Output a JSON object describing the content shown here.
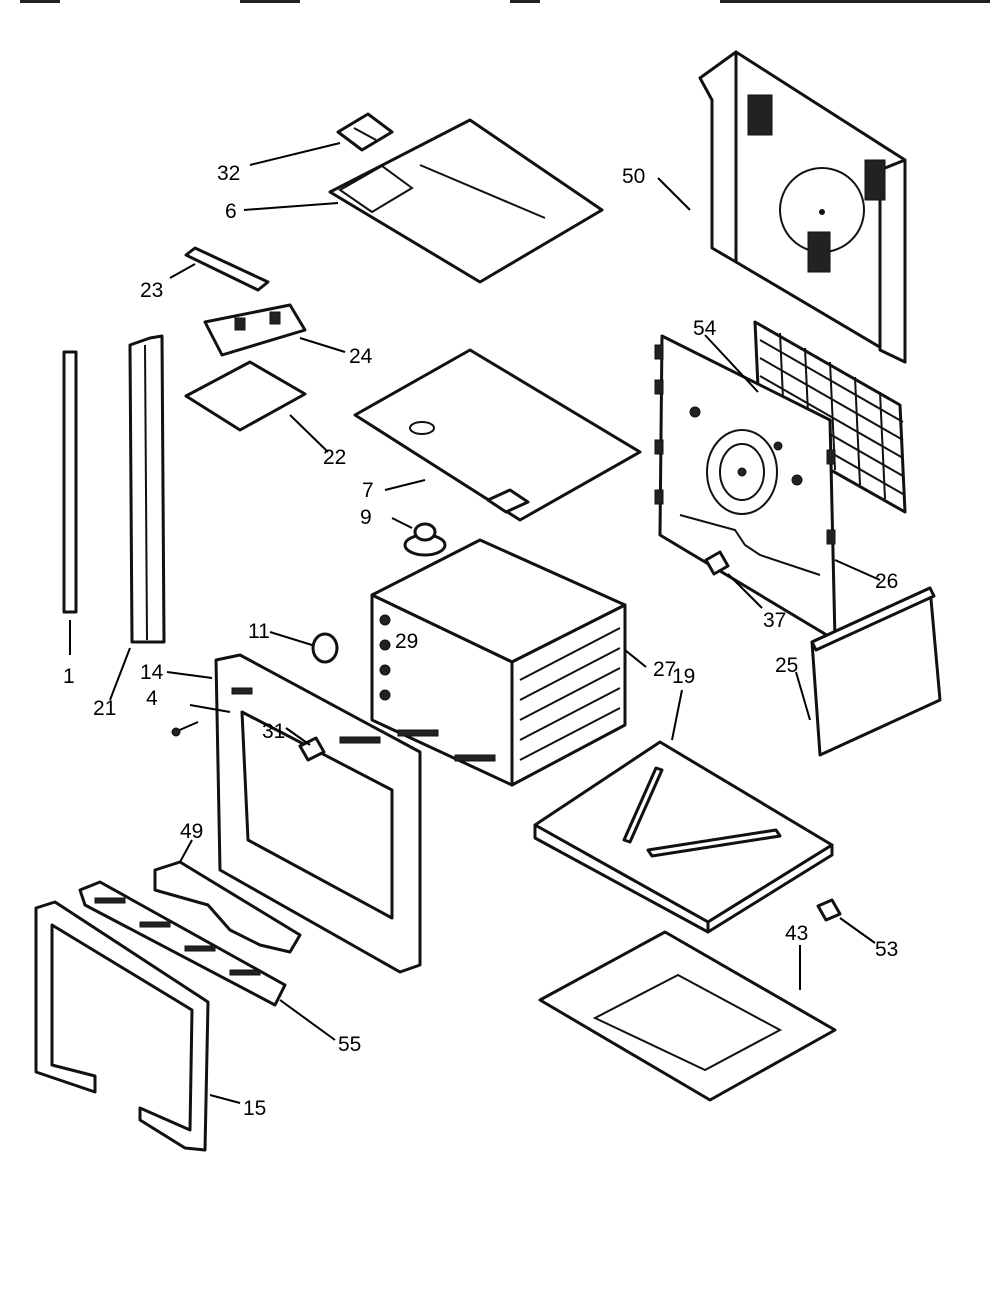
{
  "diagram": {
    "labels": {
      "p1": "1",
      "p4": "4",
      "p6": "6",
      "p7": "7",
      "p9": "9",
      "p11": "11",
      "p14": "14",
      "p15": "15",
      "p19": "19",
      "p21": "21",
      "p22": "22",
      "p23": "23",
      "p24": "24",
      "p25": "25",
      "p26": "26",
      "p27": "27",
      "p29": "29",
      "p31": "31",
      "p32": "32",
      "p37": "37",
      "p43": "43",
      "p49": "49",
      "p50": "50",
      "p53": "53",
      "p54": "54",
      "p55": "55"
    }
  }
}
